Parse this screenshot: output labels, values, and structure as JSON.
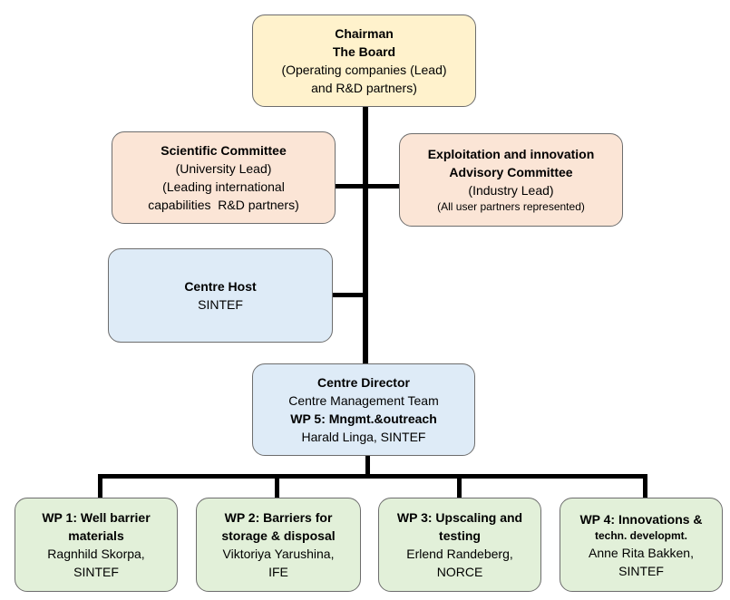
{
  "colors": {
    "top": "#fff2cc",
    "committee": "#fbe5d6",
    "host": "#deebf7",
    "wp": "#e2f0d9",
    "connector": "#000000"
  },
  "chairman": {
    "title": "Chairman",
    "subtitle": "The Board",
    "line1": "(Operating companies (Lead)",
    "line2": "and R&D partners)"
  },
  "scientific": {
    "title": "Scientific Committee",
    "line1": "(University Lead)",
    "line2": "(Leading international",
    "line3": "capabilities  R&D partners)"
  },
  "exploitation": {
    "title1": "Exploitation and innovation",
    "title2": "Advisory Committee",
    "line1": "(Industry Lead)",
    "line2": "(All user partners represented)"
  },
  "host": {
    "title": "Centre Host",
    "line1": "SINTEF"
  },
  "director": {
    "title": "Centre Director",
    "line1": "Centre Management Team",
    "line2": "WP 5: Mngmt.&outreach",
    "line3": "Harald Linga, SINTEF"
  },
  "wps": [
    {
      "title1": "WP 1: Well barrier",
      "title2": "materials",
      "line1": "Ragnhild Skorpa,",
      "line2": "SINTEF"
    },
    {
      "title1": "WP 2: Barriers for",
      "title2": "storage & disposal",
      "line1": "Viktoriya Yarushina,",
      "line2": "IFE"
    },
    {
      "title1": "WP 3: Upscaling and",
      "title2": "testing",
      "line1": "Erlend Randeberg,",
      "line2": "NORCE"
    },
    {
      "title1": "WP 4: Innovations &",
      "title2": "techn. developmt.",
      "line1": "Anne Rita Bakken,",
      "line2": "SINTEF"
    }
  ]
}
